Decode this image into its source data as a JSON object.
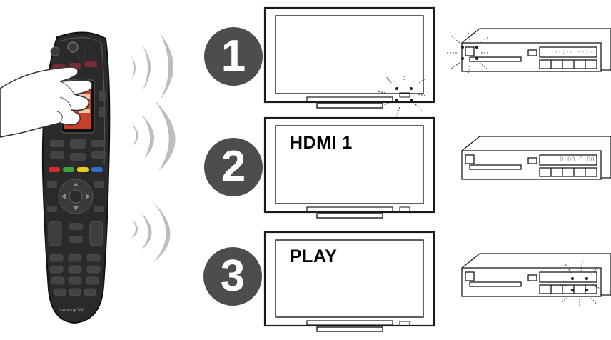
{
  "steps": [
    {
      "number": "1",
      "tv_text": "",
      "player_lcd": "--:-- --:--"
    },
    {
      "number": "2",
      "tv_text": "HDMI 1",
      "player_lcd": "0:00 0:00"
    },
    {
      "number": "3",
      "tv_text": "PLAY",
      "player_lcd": ""
    }
  ],
  "remote": {
    "brand_icon": "logitech-logo-icon",
    "model_text": "Harmony 700"
  },
  "colors": {
    "badge": "#4d4d4d",
    "signal_waves": "#bdbdbd",
    "remote_body": "#2a2a2a",
    "button_red": "#d62b2b",
    "button_green": "#3aa43a",
    "button_yellow": "#e8d020",
    "button_blue": "#2f6fd0"
  }
}
